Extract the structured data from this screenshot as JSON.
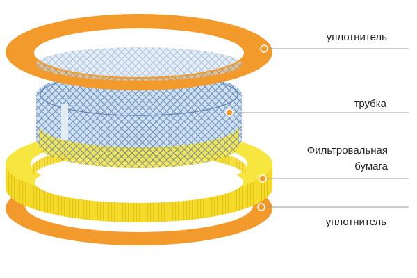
{
  "colors": {
    "seal": "#f39a2c",
    "seal_edge": "#e0821a",
    "paper_front": "#f7dc2a",
    "paper_top": "#f6e94a",
    "paper_rib": "#e6c81e",
    "mesh": "#6c8fb8",
    "mesh_fill": "#cfe0f2",
    "leader": "#9a9a9a",
    "dot": "#f39a2c"
  },
  "parts": {
    "top_seal": {
      "label": "уплотнитель",
      "icon": "seal-ring-icon"
    },
    "tube": {
      "label": "трубка",
      "icon": "mesh-tube-icon"
    },
    "filter_paper": {
      "label_line1": "Фильтровальная",
      "label_line2": "бумага",
      "icon": "pleated-paper-icon"
    },
    "bottom_seal": {
      "label": "уплотнитель",
      "icon": "seal-ring-icon"
    }
  }
}
